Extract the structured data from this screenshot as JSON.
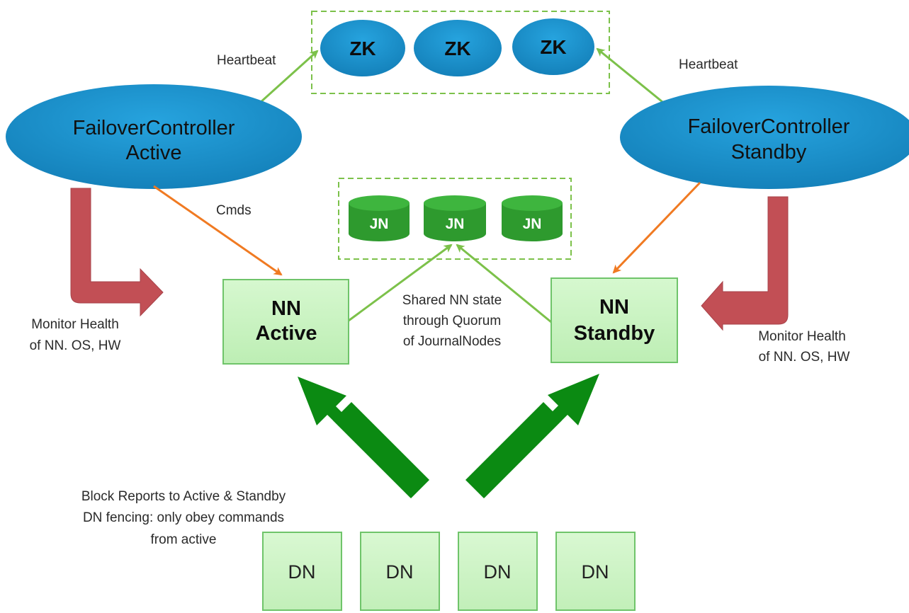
{
  "zookeeper": {
    "nodes": [
      "ZK",
      "ZK",
      "ZK"
    ]
  },
  "heartbeat": {
    "left": "Heartbeat",
    "right": "Heartbeat"
  },
  "failover_active": {
    "line1": "FailoverController",
    "line2": "Active"
  },
  "failover_standby": {
    "line1": "FailoverController",
    "line2": "Standby"
  },
  "cmds_label": "Cmds",
  "journalnodes": {
    "nodes": [
      "JN",
      "JN",
      "JN"
    ]
  },
  "nn_active": {
    "line1": "NN",
    "line2": "Active"
  },
  "nn_standby": {
    "line1": "NN",
    "line2": "Standby"
  },
  "shared_state": {
    "line1": "Shared NN state",
    "line2": "through Quorum",
    "line3": "of JournalNodes"
  },
  "monitor_left": {
    "line1": "Monitor Health",
    "line2": "of NN. OS, HW"
  },
  "monitor_right": {
    "line1": "Monitor Health",
    "line2": "of NN. OS, HW"
  },
  "block_reports": {
    "line1": "Block Reports to Active & Standby",
    "line2": "DN fencing: only obey commands",
    "line3": "from active"
  },
  "datanodes": {
    "nodes": [
      "DN",
      "DN",
      "DN",
      "DN"
    ]
  },
  "colors": {
    "zk_fill": "#1a8fc9",
    "fc_fill": "#1a8fc9",
    "jn_fill": "#2e9a2e",
    "nn_fill": "#c8f3c0",
    "nn_border": "#6fc46a",
    "heartbeat_arrow": "#7cc14a",
    "cmds_arrow": "#f07a22",
    "monitor_arrow": "#c24f55",
    "block_arrow": "#0b8a12",
    "dashed_border": "#7cc14a"
  }
}
